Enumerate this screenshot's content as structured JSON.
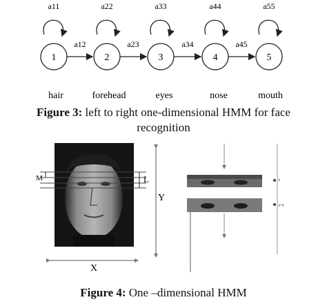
{
  "figure3": {
    "states": [
      "1",
      "2",
      "3",
      "4",
      "5"
    ],
    "self_transitions": [
      "a11",
      "a22",
      "a33",
      "a44",
      "a55"
    ],
    "forward_transitions": [
      "a12",
      "a23",
      "a34",
      "a45"
    ],
    "regions": [
      "hair",
      "forehead",
      "eyes",
      "nose",
      "mouth"
    ],
    "caption_label": "Figure 3:",
    "caption_text": " left to right one-dimensional HMM for face",
    "caption_text_line2": "recognition"
  },
  "figure4": {
    "label_m": "M",
    "label_l": "L",
    "label_y": "Y",
    "label_x": "X",
    "label_t": "t",
    "label_t1": "t+1",
    "caption_label": "Figure 4:",
    "caption_text": " One –dimensional HMM"
  }
}
